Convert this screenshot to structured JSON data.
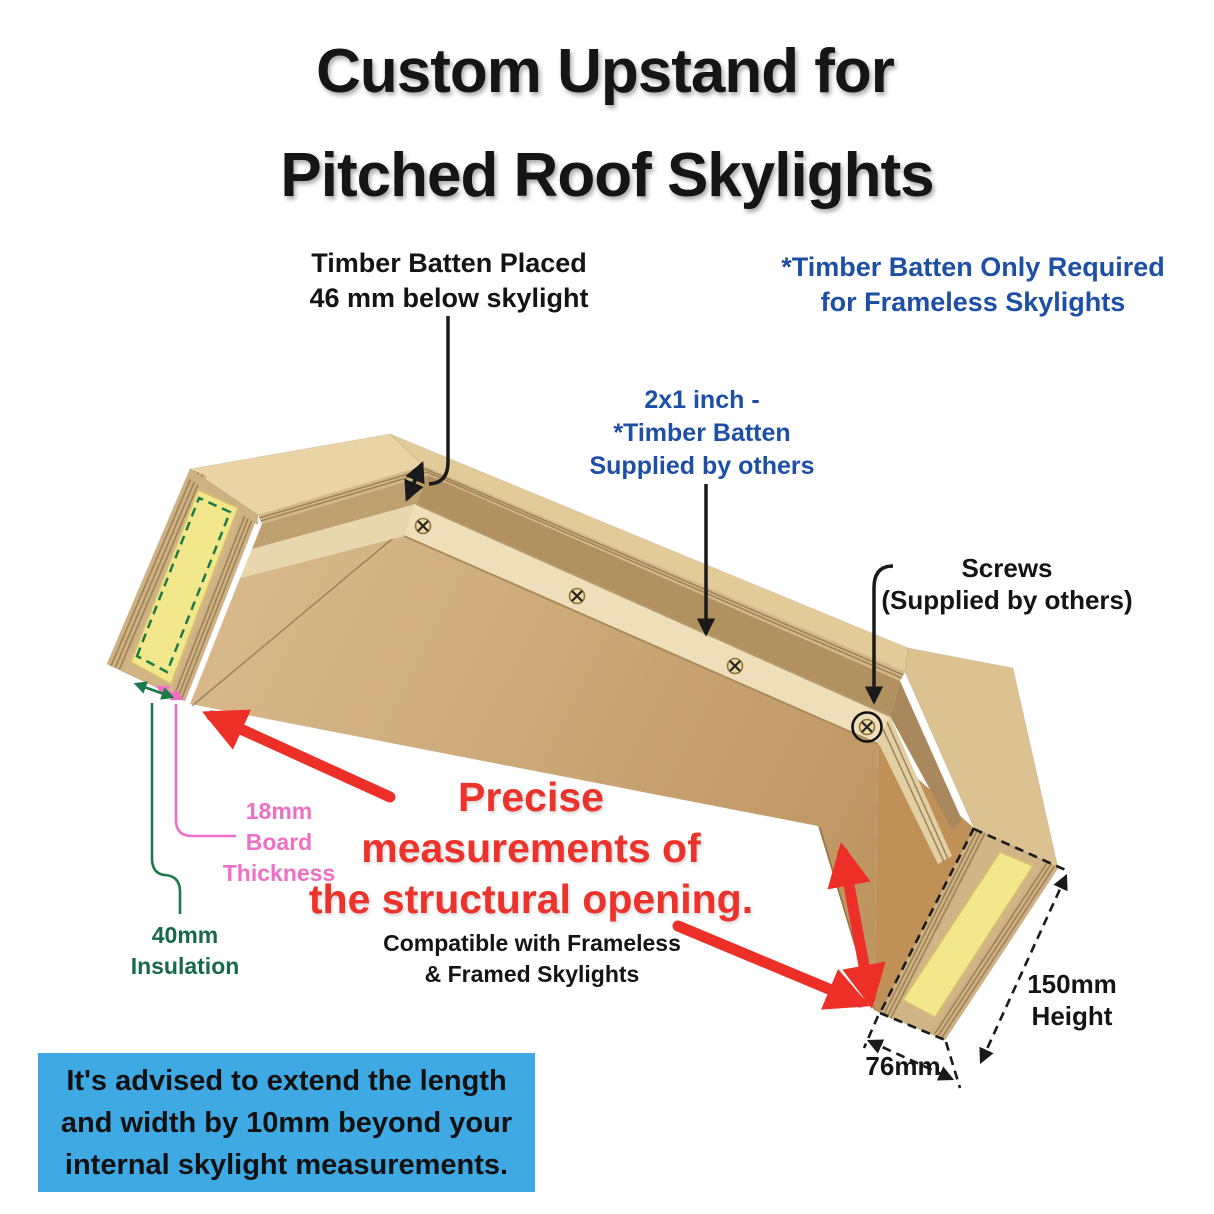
{
  "title": {
    "line1": "Custom Upstand for",
    "line2": "Pitched Roof Skylights"
  },
  "annotations": {
    "batten_placement": {
      "line1": "Timber Batten Placed",
      "line2": "46 mm below skylight",
      "color": "#141414"
    },
    "batten_required": {
      "line1": "*Timber Batten Only Required",
      "line2": "for Frameless Skylights",
      "color": "#1d4fa5"
    },
    "batten_spec": {
      "line1": "2x1 inch -",
      "line2": "*Timber Batten",
      "line3": "Supplied by others",
      "color": "#1d4fa5"
    },
    "screws": {
      "line1": "Screws",
      "line2": "(Supplied by others)",
      "color": "#141414"
    },
    "board_thickness": {
      "line1": "18mm",
      "line2": "Board",
      "line3": "Thickness",
      "color": "#ef6fc4"
    },
    "insulation": {
      "line1": "40mm",
      "line2": "Insulation",
      "color": "#17694a"
    },
    "opening_note": {
      "line1": "Precise",
      "line2": "measurements of",
      "line3": "the structural opening.",
      "color": "#ed322b"
    },
    "compatibility": {
      "line1": "Compatible with Frameless",
      "line2": "& Framed Skylights",
      "color": "#141414"
    },
    "height_dim": {
      "line1": "150mm",
      "line2": "Height"
    },
    "width_dim": "76mm"
  },
  "footer_note": {
    "line1": "It's advised to extend the length",
    "line2": "and width by 10mm beyond your",
    "line3": "internal skylight measurements.",
    "background": "#3fa9e4"
  },
  "colors": {
    "blue_text": "#1d4fa5",
    "red_accent": "#ed322b",
    "pink_accent": "#ef6fc4",
    "green_accent": "#17694a",
    "footer_background": "#3fa9e4",
    "wood_light": "#e9d2a2",
    "wood_inner": "#c9a46f",
    "insulation_yellow": "#f3e78c"
  }
}
